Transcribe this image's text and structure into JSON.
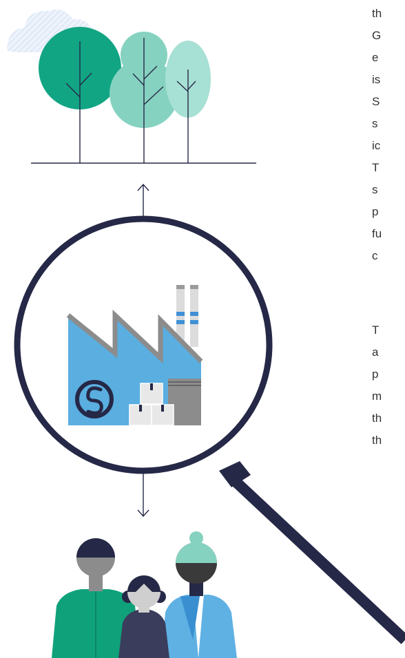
{
  "text_column": {
    "paragraph_1": [
      "th",
      "G",
      "e",
      "is",
      "S",
      "s",
      "ic",
      "T",
      "s",
      "p",
      "fu",
      "c"
    ],
    "paragraph_2": [
      "T",
      "a",
      "p",
      "m",
      "th",
      "th"
    ]
  },
  "illustration": {
    "trees": "tree-icon",
    "factory": "factory-icon",
    "magnifier": "magnifying-glass-icon",
    "people": "people-icon",
    "arrow_up": "arrow-up-icon",
    "arrow_down": "arrow-down-icon"
  },
  "colors": {
    "navy": "#252846",
    "tree_dark": "#12a584",
    "tree_mid": "#86d2c0",
    "tree_light": "#a7e0d4",
    "factory_blue": "#5aaee0",
    "factory_roof": "#8c8c8c",
    "people_green": "#0fa27a",
    "people_blue": "#5fb1e3"
  }
}
